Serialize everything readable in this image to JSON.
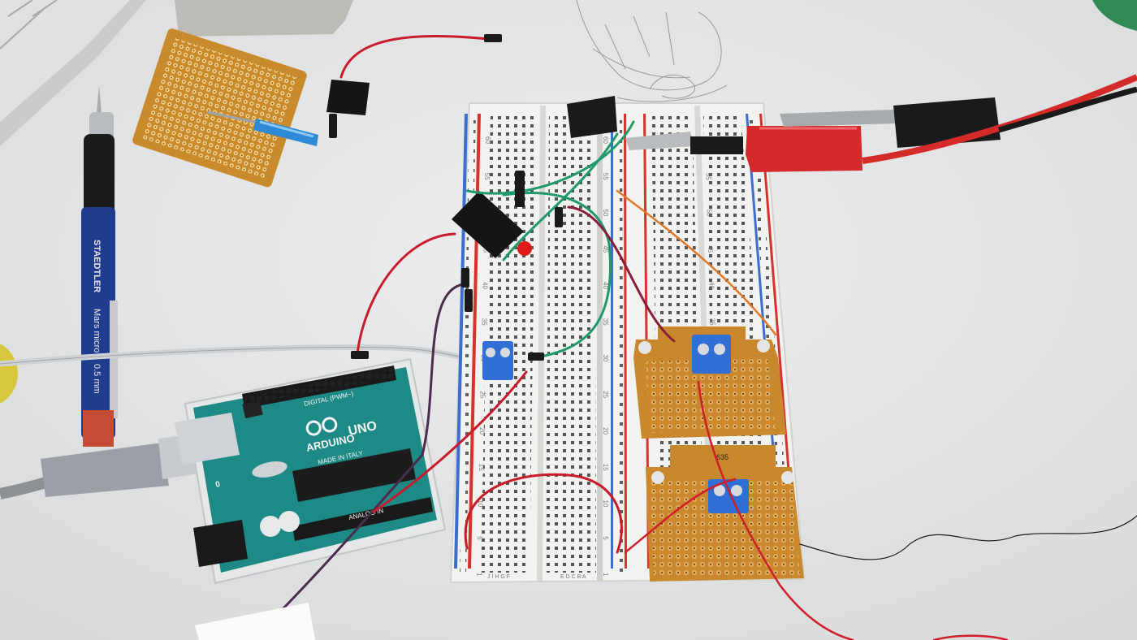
{
  "pencil": {
    "brand": "STAEDTLER",
    "model": "Mars micro",
    "lead": "0.5 mm"
  },
  "arduino": {
    "logo_text": "ARDUINO",
    "model_text": "UNO",
    "origin_text": "MADE IN ITALY",
    "digital_text": "DIGITAL (PWM~)",
    "analog_text": "ANALOG IN",
    "header_number": "0"
  },
  "perfboard": {
    "label": "635"
  },
  "breadboard": {
    "row_numbers": [
      "60",
      "55",
      "50",
      "45",
      "40",
      "35",
      "30",
      "25",
      "20",
      "15",
      "10",
      "5",
      "1"
    ],
    "left_letters": "J I H G F",
    "right_letters": "E D C B A"
  },
  "colors": {
    "table": "#e4e5e6",
    "breadboard": "#f2f2f0",
    "rail_red": "#d6332f",
    "rail_blue": "#3a6fd0",
    "arduino_pcb": "#1e8a86",
    "perfboard": "#c9882e",
    "terminal_blue": "#2f6fd6",
    "wire_red": "#d01f2a",
    "wire_green": "#1f9a6a",
    "wire_purple": "#4a2d4e",
    "wire_orange": "#e07a2a",
    "probe_red": "#d42a2a"
  }
}
